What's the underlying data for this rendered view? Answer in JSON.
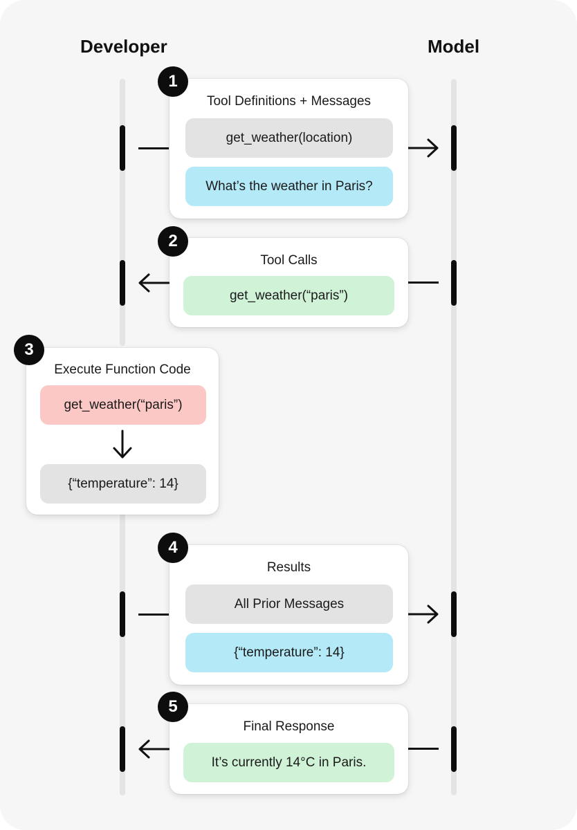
{
  "columns": {
    "developer": "Developer",
    "model": "Model"
  },
  "steps": [
    {
      "number": "1",
      "title": "Tool Definitions + Messages",
      "direction": "to-model",
      "pills": [
        {
          "text": "get_weather(location)",
          "color": "#e3e3e3"
        },
        {
          "text": "What’s the weather in Paris?",
          "color": "#b4e9f8"
        }
      ]
    },
    {
      "number": "2",
      "title": "Tool Calls",
      "direction": "to-developer",
      "pills": [
        {
          "text": "get_weather(“paris”)",
          "color": "#d0f3d8"
        }
      ]
    },
    {
      "number": "3",
      "title": "Execute Function Code",
      "direction": "local",
      "pills": [
        {
          "text": "get_weather(“paris”)",
          "color": "#fcc8c6"
        },
        {
          "text": "{“temperature”: 14}",
          "color": "#e3e3e3"
        }
      ]
    },
    {
      "number": "4",
      "title": "Results",
      "direction": "to-model",
      "pills": [
        {
          "text": "All Prior Messages",
          "color": "#e3e3e3"
        },
        {
          "text": "{“temperature”: 14}",
          "color": "#b4e9f8"
        }
      ]
    },
    {
      "number": "5",
      "title": "Final Response",
      "direction": "to-developer",
      "pills": [
        {
          "text": "It’s currently 14°C in Paris.",
          "color": "#d0f3d8"
        }
      ]
    }
  ]
}
